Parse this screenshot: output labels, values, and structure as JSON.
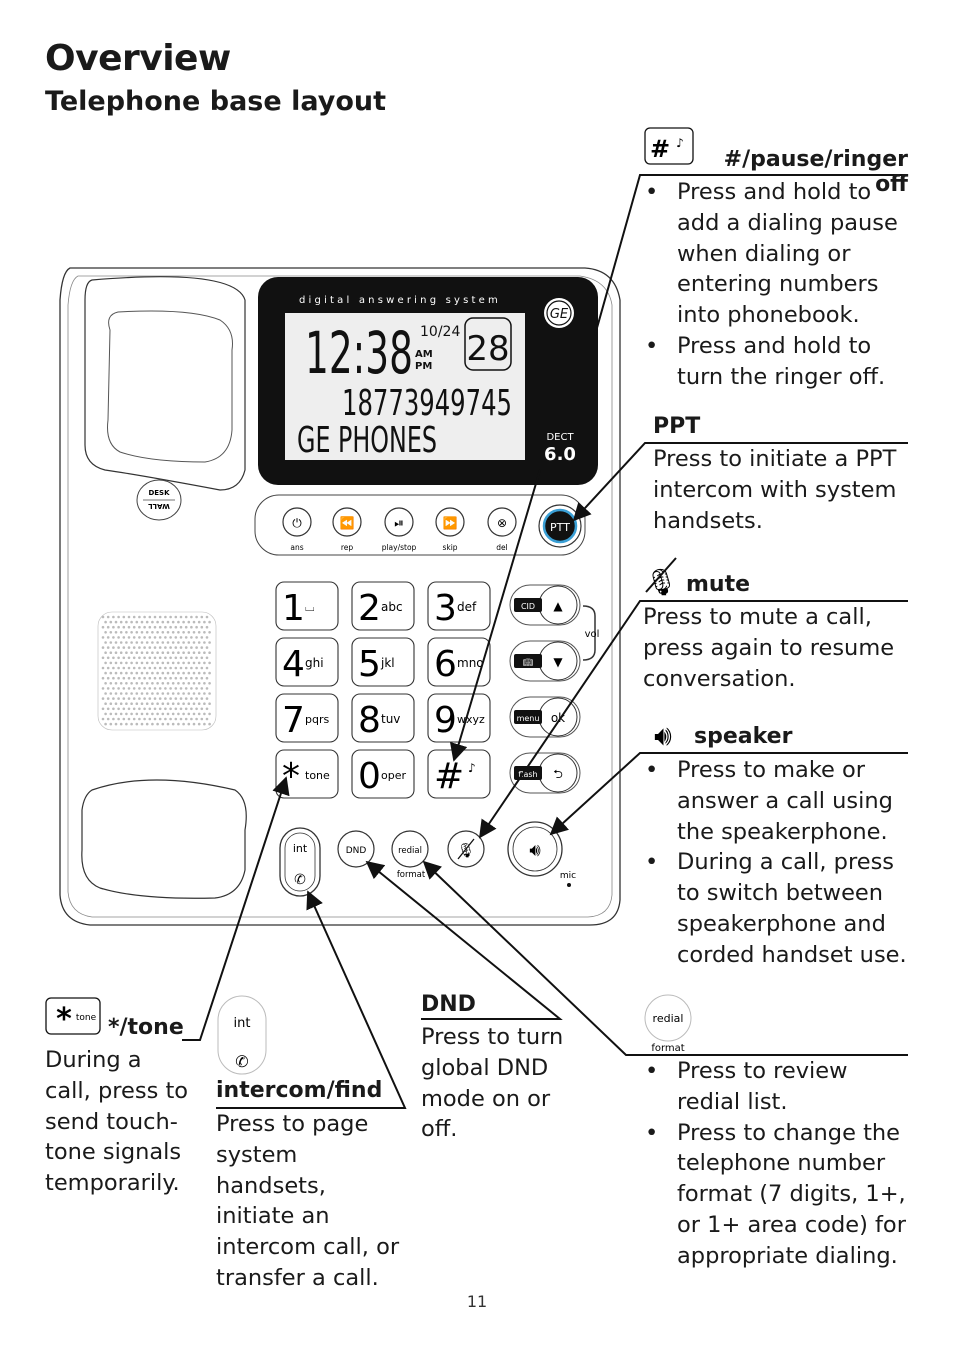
{
  "page": {
    "title": "Overview",
    "subtitle": "Telephone base layout",
    "page_number": "11"
  },
  "phone": {
    "lcd_header": "digital answering system",
    "lcd_time": "12:38",
    "lcd_date": "10/24",
    "lcd_ampm_am": "AM",
    "lcd_ampm_pm": "PM",
    "lcd_msg_count": "28",
    "lcd_number": "18773949745",
    "lcd_name": "GE PHONES",
    "dect_label": "DECT",
    "dect_version": "6.0",
    "mount_label_desk": "DESK",
    "mount_label_wall": "WALL",
    "controls": [
      "ans",
      "rep",
      "play/stop",
      "skip",
      "del"
    ],
    "ptt_label": "PTT",
    "keys": [
      {
        "digit": "1",
        "letters": "⌴"
      },
      {
        "digit": "2",
        "letters": "abc"
      },
      {
        "digit": "3",
        "letters": "def"
      },
      {
        "digit": "4",
        "letters": "ghi"
      },
      {
        "digit": "5",
        "letters": "jkl"
      },
      {
        "digit": "6",
        "letters": "mno"
      },
      {
        "digit": "7",
        "letters": "pqrs"
      },
      {
        "digit": "8",
        "letters": "tuv"
      },
      {
        "digit": "9",
        "letters": "wxyz"
      },
      {
        "digit": "*",
        "letters": "tone"
      },
      {
        "digit": "0",
        "letters": "oper"
      },
      {
        "digit": "#",
        "letters": ""
      }
    ],
    "side_keys": [
      "CID",
      "menu",
      "flash"
    ],
    "ok_label": "ok",
    "vol_label": "vol",
    "int_label": "int",
    "dnd_label": "DND",
    "redial_label": "redial",
    "format_label": "format",
    "mic_label": "mic"
  },
  "callouts": {
    "pause": {
      "heading": "#/pause/ringer off",
      "bullets": [
        "Press and hold to add a dialing pause when dialing or entering numbers into phonebook.",
        "Press and hold to turn the ringer off."
      ]
    },
    "ppt": {
      "heading": "PPT",
      "text": "Press to initiate a PPT intercom with system handsets."
    },
    "mute": {
      "heading": "mute",
      "text": "Press to mute a call, press again to resume conversation."
    },
    "speaker": {
      "heading": "speaker",
      "bullets": [
        "Press to make or answer a call using the speakerphone.",
        "During a call, press to switch between speakerphone and corded handset use."
      ]
    },
    "tone": {
      "heading": "*/tone",
      "icon_sub": "tone",
      "text": "During a call, press to send touch-tone signals temporarily."
    },
    "intercom": {
      "icon_label": "int",
      "heading": "intercom/find",
      "text": "Press to page system handsets, initiate an intercom call, or transfer a call."
    },
    "dnd": {
      "heading": "DND",
      "text": "Press to turn global DND mode on or off."
    },
    "redial": {
      "icon_label": "redial",
      "icon_sub": "format",
      "bullets": [
        "Press to review redial list.",
        "Press to change the telephone number format (7 digits, 1+, or 1+ area code) for appropriate dialing."
      ]
    }
  }
}
